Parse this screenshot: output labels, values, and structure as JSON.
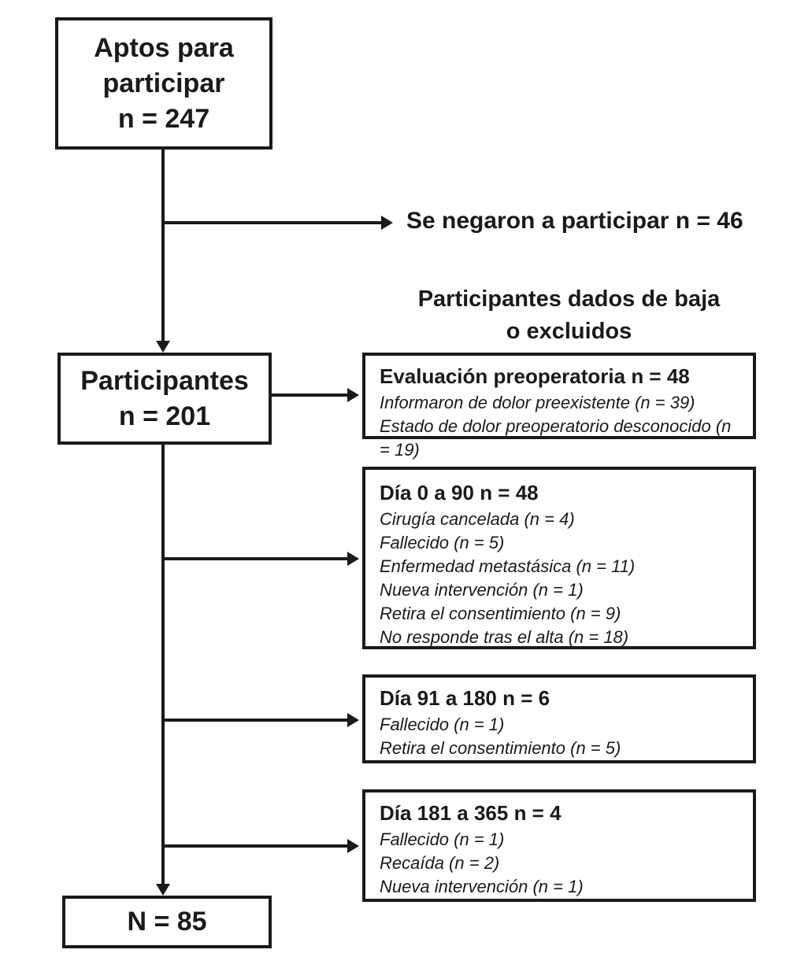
{
  "diagram": {
    "title_semantic": "participant-flow-diagram",
    "colors": {
      "line": "#1a1a1a",
      "background": "#ffffff"
    },
    "eligible_box": {
      "line1": "Aptos para",
      "line2": "participar",
      "line3": "n = 247"
    },
    "refused_label": "Se negaron a participar n = 46",
    "withdrawn_header": {
      "line1": "Participantes dados de baja",
      "line2": "o excluidos"
    },
    "participants_box": {
      "line1": "Participantes",
      "line2": "n = 201"
    },
    "exclusion_boxes": [
      {
        "title": "Evaluación preoperatoria n = 48",
        "items": [
          "Informaron de dolor preexistente (n = 39)",
          "Estado de dolor preoperatorio desconocido (n = 19)"
        ]
      },
      {
        "title": "Día 0 a 90 n = 48",
        "items": [
          "Cirugía cancelada (n = 4)",
          "Fallecido (n = 5)",
          "Enfermedad metastásica (n = 11)",
          "Nueva intervención (n = 1)",
          "Retira el consentimiento (n = 9)",
          "No responde tras el alta (n = 18)"
        ]
      },
      {
        "title": "Día 91 a 180 n = 6",
        "items": [
          "Fallecido (n = 1)",
          "Retira el consentimiento (n = 5)"
        ]
      },
      {
        "title": "Día 181 a 365 n = 4",
        "items": [
          "Fallecido (n = 1)",
          "Recaída (n = 2)",
          "Nueva intervención (n = 1)"
        ]
      }
    ],
    "final_box": {
      "label": "N = 85"
    }
  }
}
